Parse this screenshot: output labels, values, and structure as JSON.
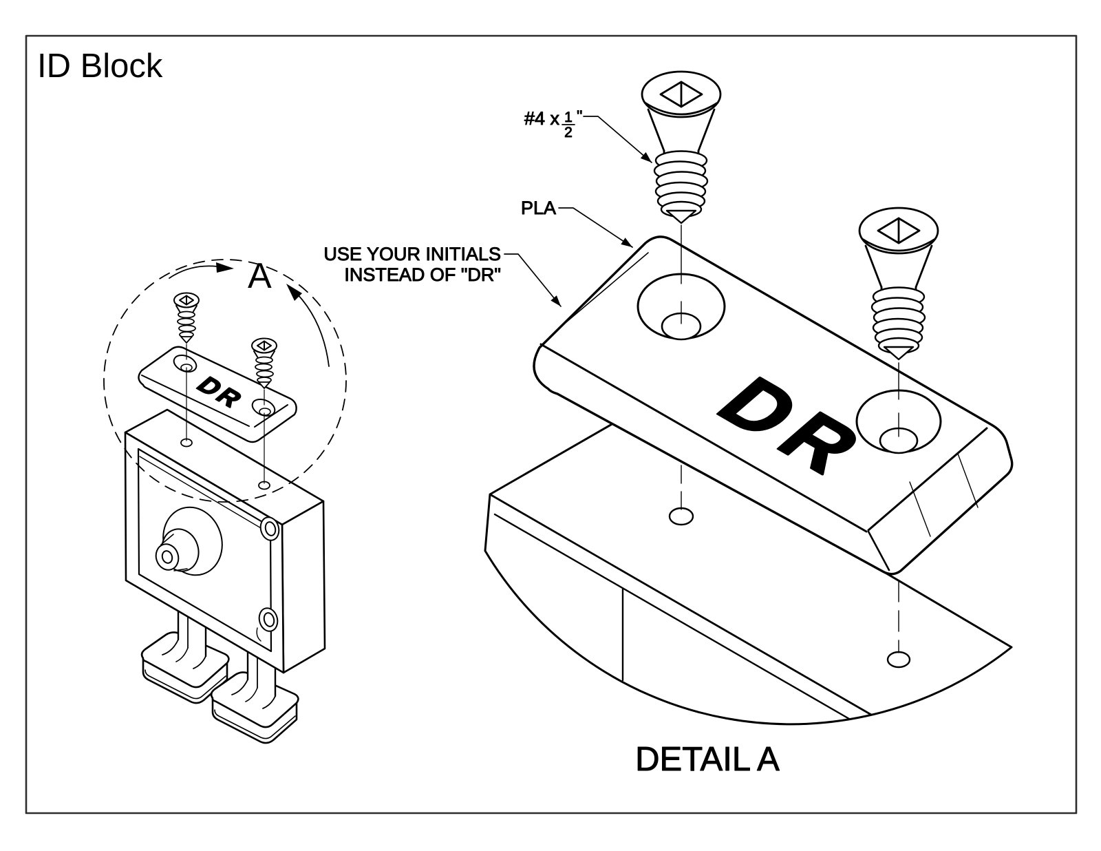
{
  "colors": {
    "background": "#ffffff",
    "line": "#000000",
    "border": "#2d2d2d"
  },
  "title": "ID Block",
  "overview": {
    "detail_marker": "A"
  },
  "engraving": {
    "initials": "DR"
  },
  "detail_view": {
    "caption": "DETAIL A",
    "material_label": "PLA",
    "note_line1": "USE YOUR INITIALS",
    "note_line2": "INSTEAD OF \"DR\"",
    "screw_size_prefix": "#4 x",
    "screw_size_numerator": "1",
    "screw_size_denominator": "2",
    "screw_size_suffix": "''"
  }
}
